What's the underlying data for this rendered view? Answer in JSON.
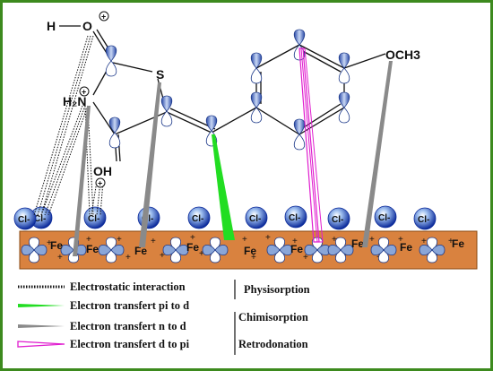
{
  "colors": {
    "frame": "#3d8a1e",
    "surface": "#d9823f",
    "lobe": "#8aa6d8",
    "lobe_dark": "#1e3a8a",
    "green_arrow": "#22dd22",
    "gray_link": "#8a8a8a",
    "magenta": "#e01ecf"
  },
  "molecule": {
    "h": "H",
    "o_top": "O",
    "o_top_charge": "+",
    "s": "S",
    "h2n": "H₂N",
    "h2n_charge": "+",
    "oh": "OH",
    "oh_charge": "+",
    "och3": "OCH3"
  },
  "surface": {
    "fe_labels": [
      "Fe",
      "Fe",
      "Fe",
      "Fe",
      "Fe",
      "Fe",
      "Fe",
      "Fe",
      "Fe"
    ],
    "cl_labels": [
      "Cl-",
      "Cl-",
      "Cl-",
      "Cl-",
      "Cl-",
      "Cl-",
      "Cl-",
      "Cl-",
      "Cl-",
      "Cl-"
    ]
  },
  "legend": {
    "items": [
      {
        "label": "Electrostatic interaction",
        "icon": "dotted-line"
      },
      {
        "label": "Electron transfert pi to d",
        "icon": "green-wedge"
      },
      {
        "label": "Electron transfert n to d",
        "icon": "gray-wedge"
      },
      {
        "label": "Electron transfert d to pi",
        "icon": "magenta-open-wedge"
      }
    ],
    "categories": [
      "Physisorption",
      "Chimisorption",
      "Retrodonation"
    ]
  }
}
